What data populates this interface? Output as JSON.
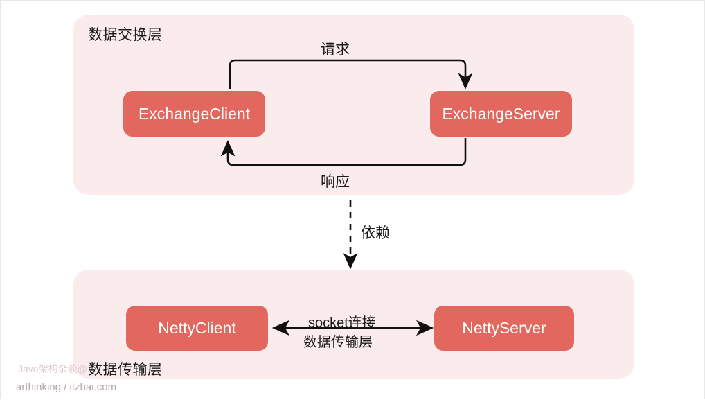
{
  "diagram": {
    "title_layers": {
      "exchange_layer": "数据交换层",
      "transport_layer": "数据传输层"
    },
    "nodes": [
      {
        "id": "exchange-client",
        "label": "ExchangeClient"
      },
      {
        "id": "exchange-server",
        "label": "ExchangeServer"
      },
      {
        "id": "netty-client",
        "label": "NettyClient"
      },
      {
        "id": "netty-server",
        "label": "NettyServer"
      }
    ],
    "edges": [
      {
        "id": "request",
        "label": "请求",
        "from": "ExchangeClient",
        "to": "ExchangeServer",
        "style": "solid",
        "direction": "forward"
      },
      {
        "id": "response",
        "label": "响应",
        "from": "ExchangeServer",
        "to": "ExchangeClient",
        "style": "solid",
        "direction": "forward"
      },
      {
        "id": "depend",
        "label": "依赖",
        "from": "数据交换层",
        "to": "数据传输层",
        "style": "dashed",
        "direction": "forward"
      },
      {
        "id": "socket",
        "label": "socket连接",
        "sublabel": "数据传输层",
        "from": "NettyClient",
        "to": "NettyServer",
        "style": "solid",
        "direction": "both"
      }
    ],
    "colors": {
      "node_fill": "#e2675f",
      "node_text": "#ffffff",
      "panel_fill": "#faecec",
      "line": "#101010",
      "canvas": "#ffffff"
    }
  },
  "watermark": {
    "brand": "Java架构杂谈@",
    "site": "arthinking / itzhai.com"
  }
}
